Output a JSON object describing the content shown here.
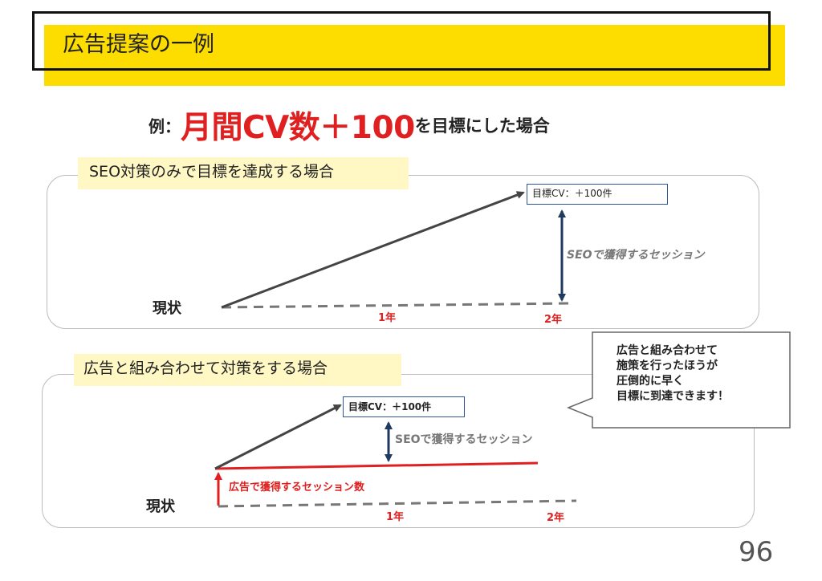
{
  "slide": {
    "title": "広告提案の一例",
    "page_number": "96"
  },
  "headline": {
    "prefix": "例：",
    "emphasis": "月間CV数＋100",
    "suffix": "を目標にした場合"
  },
  "scenario_seo": {
    "label": "SEO対策のみで目標を達成する場合",
    "goal_box": "目標CV：＋100件",
    "session_label": "SEOで獲得するセッション",
    "current_label": "現状",
    "year1": "1年",
    "year2": "2年"
  },
  "scenario_ads": {
    "label": "広告と組み合わせて対策をする場合",
    "goal_box": "目標CV：＋100件",
    "session_label": "SEOで獲得するセッション",
    "ad_session_label": "広告で獲得するセッション数",
    "current_label": "現状",
    "year1": "1年",
    "year2": "2年"
  },
  "callout": {
    "lines": [
      "広告と組み合わせて",
      "施策を行ったほうが",
      "圧倒的に早く",
      "目標に到達できます！"
    ]
  },
  "colors": {
    "title_band": "#fddc00",
    "label_band": "#fff7c4",
    "accent_red": "#e02020",
    "arrow_navy": "#1f3a5f",
    "dash_gray": "#777777",
    "arrow_dark": "#444444"
  }
}
